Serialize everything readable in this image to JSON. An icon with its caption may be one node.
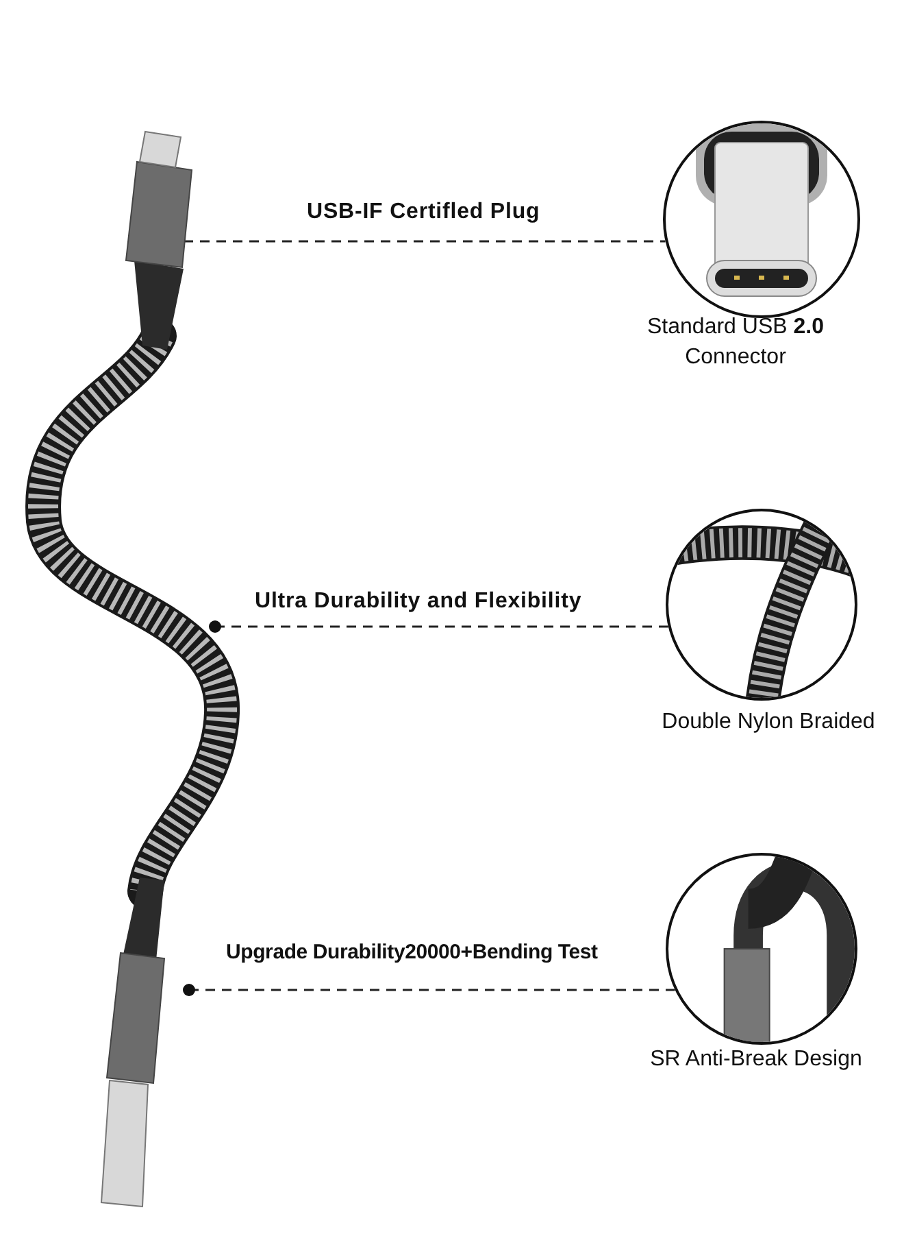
{
  "diagram": {
    "nodes": [
      {
        "text": [],
        "shape": "picture"
      },
      {
        "text": [],
        "shape": "picture",
        "beside": [
          "Standard USB **2.0** Connector"
        ]
      },
      {
        "text": [],
        "shape": "picture",
        "beside": [
          "Double Nylon Braided"
        ]
      },
      {
        "text": [],
        "shape": "picture",
        "beside": [
          "SR Anti-Break Design"
        ]
      }
    ],
    "edges": [
      {
        "from": 0,
        "to": 1,
        "arrow": "other",
        "label": "USB-IF Certifled Plug",
        "style": "dashed"
      },
      {
        "from": 0,
        "to": 2,
        "arrow": "other",
        "label": "Ultra Durability and Flexibility",
        "style": "dashed"
      },
      {
        "from": 0,
        "to": 3,
        "arrow": "other",
        "label": "Upgrade Durability20000+Bending Test",
        "style": "dashed"
      }
    ]
  }
}
